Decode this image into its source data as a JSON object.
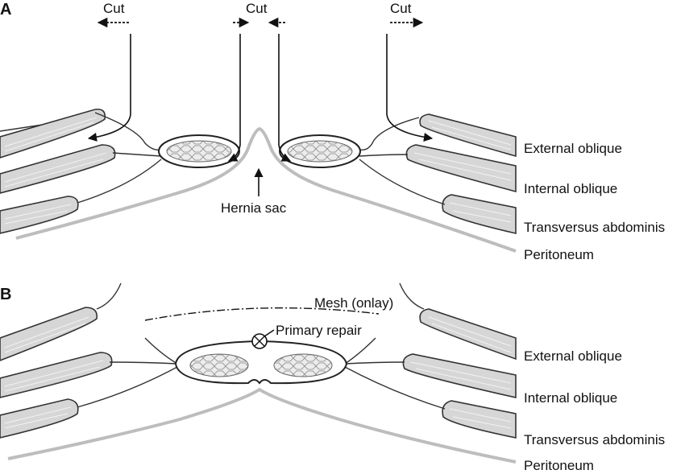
{
  "panel_a": {
    "letter": "A",
    "cut_labels": [
      "Cut",
      "Cut",
      "Cut"
    ],
    "hernia_label": "Hernia sac",
    "layers": [
      "External oblique",
      "Internal oblique",
      "Transversus abdominis",
      "Peritoneum"
    ]
  },
  "panel_b": {
    "letter": "B",
    "mesh_label": "Mesh (onlay)",
    "repair_label": "Primary repair",
    "layers": [
      "External oblique",
      "Internal oblique",
      "Transversus abdominis",
      "Peritoneum"
    ]
  },
  "colors": {
    "muscle_fill": "#d6d6d6",
    "peritoneum": "#bdbdbd",
    "outline": "#333333"
  }
}
